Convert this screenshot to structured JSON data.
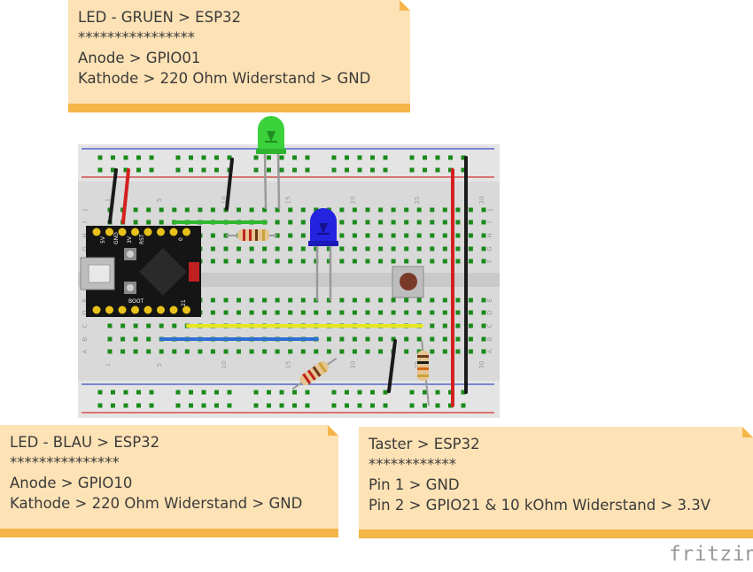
{
  "notes": {
    "green": {
      "title": "LED - GRUEN > ESP32",
      "stars": "****************",
      "line1": "Anode > GPIO01",
      "line2": "Kathode > 220 Ohm Widerstand > GND"
    },
    "blue": {
      "title": "LED - BLAU > ESP32",
      "stars": "***************",
      "line1": "Anode > GPIO10",
      "line2": "Kathode > 220 Ohm Widerstand > GND"
    },
    "button": {
      "title": "Taster > ESP32",
      "stars": "************",
      "line1": "Pin 1 > GND",
      "line2": "Pin 2 > GPIO21 & 10 kOhm Widerstand > 3.3V"
    }
  },
  "board": {
    "col_numbers": [
      "1",
      "5",
      "10",
      "15",
      "20",
      "25",
      "30"
    ],
    "row_letters_top": [
      "J",
      "I",
      "H",
      "G",
      "F"
    ],
    "row_letters_bottom": [
      "E",
      "D",
      "C",
      "B",
      "A"
    ],
    "mcu_pin_labels_top": [
      "5V",
      "GND",
      "3V",
      "RST",
      "0"
    ],
    "mcu_pin_labels_bottom": [
      "BOOT",
      "21"
    ]
  },
  "logo": "fritzing",
  "colors": {
    "note_fill": "#fde2b5",
    "note_bar": "#f5b548",
    "breadboard": "#d8d8d8",
    "hole": "#1a8a1a",
    "wire_green": "#2db82d",
    "wire_yellow": "#e8e820",
    "wire_blue": "#2f6fd1",
    "wire_red": "#d42020",
    "wire_black": "#1a1a1a",
    "led_green": "#3bd13b",
    "led_blue": "#2323e0"
  }
}
